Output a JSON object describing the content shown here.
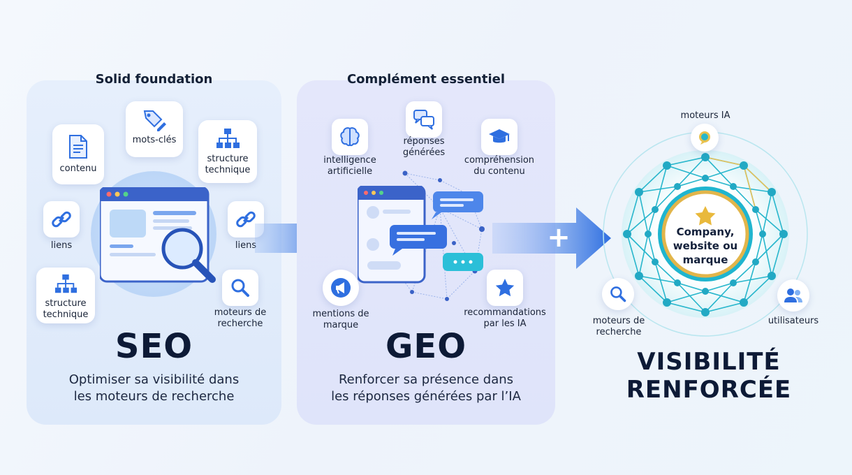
{
  "seo": {
    "header": "Solid foundation",
    "title": "SEO",
    "subtitle_line1": "Optimiser sa visibilité dans",
    "subtitle_line2": "les moteurs de recherche",
    "items": {
      "contenu": "contenu",
      "mots_cles": "mots-clés",
      "structure_top_1": "structure",
      "structure_top_2": "technique",
      "liens_left": "liens",
      "liens_right": "liens",
      "structure_bottom_1": "structure",
      "structure_bottom_2": "technique",
      "moteurs_1": "moteurs de",
      "moteurs_2": "recherche"
    }
  },
  "geo": {
    "header": "Complément essentiel",
    "title": "GEO",
    "subtitle_line1": "Renforcer sa présence dans",
    "subtitle_line2": "les réponses générées par l’IA",
    "items": {
      "ia_1": "intelligence",
      "ia_2": "artificielle",
      "reponses_1": "réponses",
      "reponses_2": "générées",
      "comprehension_1": "compréhension",
      "comprehension_2": "du contenu",
      "mentions_1": "mentions de",
      "mentions_2": "marque",
      "recommandations_1": "recommandations",
      "recommandations_2": "par les IA"
    }
  },
  "result": {
    "moteurs_ia": "moteurs IA",
    "moteurs_recherche_1": "moteurs de",
    "moteurs_recherche_2": "recherche",
    "utilisateurs": "utilisateurs",
    "center_1": "Company,",
    "center_2": "website ou",
    "center_3": "marque",
    "title_1": "VISIBILITÉ",
    "title_2": "RENFORCÉE",
    "plus": "+"
  },
  "colors": {
    "accent_blue": "#2f6fe0",
    "accent_cyan": "#1fb7cf",
    "gold": "#e2b54a",
    "dark": "#0d1a36"
  }
}
